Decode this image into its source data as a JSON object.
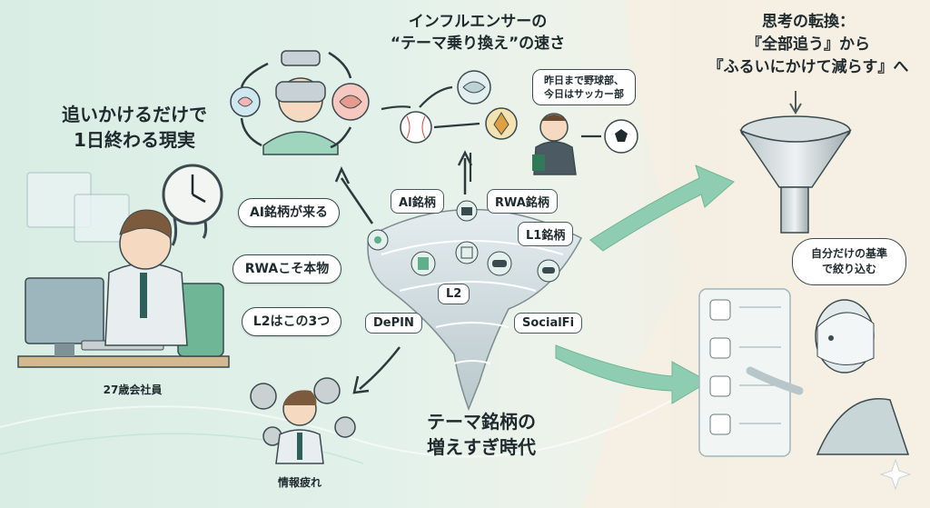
{
  "colors": {
    "bg_left": "#d9ede4",
    "bg_right": "#f5eee2",
    "accent": "#7fc4a8",
    "ink": "#1f2a2e"
  },
  "left_title": {
    "line1": "追いかけるだけで",
    "line2": "1日終わる現実"
  },
  "top_title": {
    "line1": "インフルエンサーの",
    "line2": "“テーマ乗り換え”の速さ"
  },
  "right_title": {
    "line1": "思考の転換：",
    "line2": "『全部追う』から",
    "line3": "『ふるいにかけて減らす』へ"
  },
  "center_title": {
    "line1": "テーマ銘柄の",
    "line2": "増えすぎ時代"
  },
  "left_bubbles": [
    "AI銘柄が来る",
    "RWAこそ本物",
    "L2はこの3つ"
  ],
  "tornado_tags": {
    "ai": "AI銘柄",
    "rwa": "RWA銘柄",
    "l1": "L1銘柄",
    "l2": "L2",
    "depin": "DePIN",
    "socialfi": "SocialFi"
  },
  "speech": {
    "line1": "昨日まで野球部、",
    "line2": "今日はサッカー部"
  },
  "robot_speech": {
    "line1": "自分だけの基準",
    "line2": "で絞り込む"
  },
  "captions": {
    "worker": "27歳会社員",
    "fatigue": "情報疲れ"
  },
  "icons": [
    "vr-headset-icon",
    "brain-icon",
    "baseball-icon",
    "soccer-ball-icon",
    "ethereum-icon",
    "clock-icon",
    "funnel-icon",
    "robot-icon",
    "gear-icon",
    "gamepad-icon",
    "building-icon",
    "sparkle-icon"
  ]
}
